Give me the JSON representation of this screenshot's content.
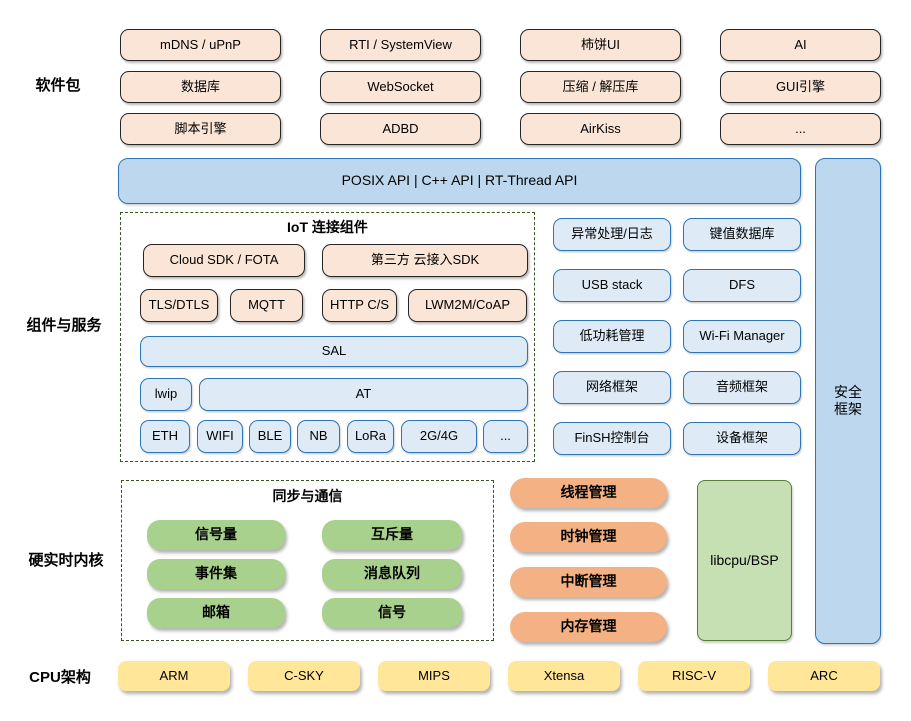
{
  "section_labels": {
    "packages": "软件包",
    "components": "组件与服务",
    "kernel": "硬实时内核",
    "cpu": "CPU架构"
  },
  "packages": [
    "mDNS / uPnP",
    "RTI / SystemView",
    "柿饼UI",
    "AI",
    "数据库",
    "WebSocket",
    "压缩 / 解压库",
    "GUI引擎",
    "脚本引擎",
    "ADBD",
    "AirKiss",
    "..."
  ],
  "api_banner": "POSIX API  |  C++ API  |  RT-Thread API",
  "security_framework": "安全\n框架",
  "iot": {
    "title": "IoT 连接组件",
    "cloud_sdk": "Cloud SDK / FOTA",
    "third_party_sdk": "第三方 云接入SDK",
    "protocols": [
      "TLS/DTLS",
      "MQTT",
      "HTTP C/S",
      "LWM2M/CoAP"
    ],
    "sal": "SAL",
    "lwip": "lwip",
    "at": "AT",
    "links": [
      "ETH",
      "WIFI",
      "BLE",
      "NB",
      "LoRa",
      "2G/4G",
      "..."
    ]
  },
  "services": [
    "异常处理/日志",
    "键值数据库",
    "USB stack",
    "DFS",
    "低功耗管理",
    "Wi-Fi Manager",
    "网络框架",
    "音频框架",
    "FinSH控制台",
    "设备框架"
  ],
  "sync": {
    "title": "同步与通信",
    "items": [
      "信号量",
      "互斥量",
      "事件集",
      "消息队列",
      "邮箱",
      "信号"
    ]
  },
  "kernel_mgmt": [
    "线程管理",
    "时钟管理",
    "中断管理",
    "内存管理"
  ],
  "libcpu": "libcpu/BSP",
  "cpu_archs": [
    "ARM",
    "C-SKY",
    "MIPS",
    "Xtensa",
    "RISC-V",
    "ARC"
  ],
  "colors": {
    "peach": "#FBE5D6",
    "blue_light": "#DEEBF7",
    "blue_mid": "#BDD7EE",
    "blue_border": "#2E75B6",
    "green": "#A9D18E",
    "green_light": "#C6E0B4",
    "green_border": "#538135",
    "orange": "#F4B183",
    "yellow": "#FFE699",
    "dash_border": "#375623"
  }
}
